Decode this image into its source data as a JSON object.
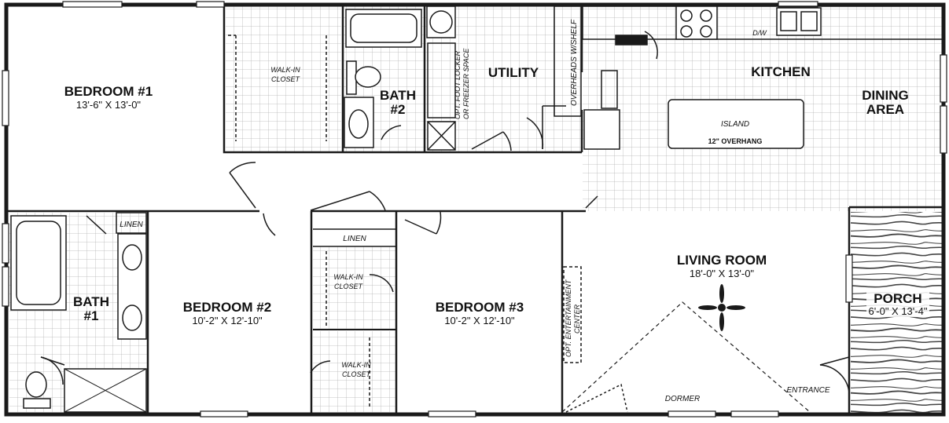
{
  "rooms": {
    "bedroom1": {
      "name": "BEDROOM #1",
      "dims": "13'-6\" X 13'-0\""
    },
    "bedroom2": {
      "name": "BEDROOM #2",
      "dims": "10'-2\" X 12'-10\""
    },
    "bedroom3": {
      "name": "BEDROOM #3",
      "dims": "10'-2\" X 12'-10\""
    },
    "bath1": {
      "name_line1": "BATH",
      "name_line2": "#1"
    },
    "bath2": {
      "name_line1": "BATH",
      "name_line2": "#2"
    },
    "utility": {
      "name": "UTILITY"
    },
    "kitchen": {
      "name": "KITCHEN"
    },
    "dining": {
      "name_line1": "DINING",
      "name_line2": "AREA"
    },
    "living": {
      "name": "LIVING ROOM",
      "dims": "18'-0\" X 13'-0\""
    },
    "porch": {
      "name": "PORCH",
      "dims": "6'-0\" X 13'-4\""
    }
  },
  "labels": {
    "walkin_closet_line1": "WALK-IN",
    "walkin_closet_line2": "CLOSET",
    "linen": "LINEN",
    "dw": "D/W",
    "island": "ISLAND",
    "overhang": "12\" OVERHANG",
    "overheads": "OVERHEADS W/SHELF",
    "foot_locker_line1": "OPT. FOOT LOCKER",
    "foot_locker_line2": "OR FREEZER SPACE",
    "entertainment_line1": "OPT. ENTERTAINMENT",
    "entertainment_line2": "CENTER",
    "dormer": "DORMER",
    "entrance": "ENTRANCE"
  },
  "colors": {
    "wall": "#1a1a1a",
    "tile_grid": "#b5b5b5",
    "wood_grain": "#444444"
  }
}
